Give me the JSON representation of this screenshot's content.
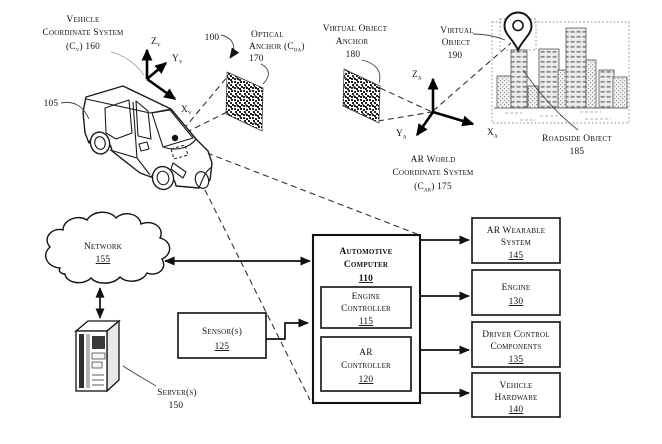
{
  "figure_ref": "100",
  "vehicle": {
    "ref": "105"
  },
  "vehicle_cs": {
    "line1": "Vehicle",
    "line2": "Coordinate System",
    "paren": "(C",
    "sub": "v",
    "close": ") 160"
  },
  "v_axes": {
    "z": "Z",
    "y": "Y",
    "x": "X",
    "sub": "v"
  },
  "optical_anchor": {
    "line1": "Optical",
    "line2_pre": "Anchor (C",
    "line2_sub": "oa",
    "line2_post": ")",
    "ref": "170"
  },
  "virtual_anchor": {
    "line1": "Virtual Object",
    "line2": "Anchor",
    "ref": "180"
  },
  "virtual_object": {
    "line1": "Virtual",
    "line2": "Object",
    "ref": "190"
  },
  "ar_axes": {
    "z": "Z",
    "y": "Y",
    "x": "X",
    "sub": "a"
  },
  "ar_cs": {
    "line1": "AR World",
    "line2": "Coordinate System",
    "paren": "(C",
    "sub": "ar",
    "close": ") 175"
  },
  "roadside_object": {
    "line1": "Roadside Object",
    "ref": "185"
  },
  "network": {
    "label": "Network",
    "ref": "155"
  },
  "server": {
    "label": "Server(s)",
    "ref": "150"
  },
  "sensor": {
    "label": "Sensor(s)",
    "ref": "125"
  },
  "automotive_computer": {
    "line1": "Automotive",
    "line2": "Computer",
    "ref": "110"
  },
  "engine_controller": {
    "line1": "Engine",
    "line2": "Controller",
    "ref": "115"
  },
  "ar_controller": {
    "line1": "AR",
    "line2": "Controller",
    "ref": "120"
  },
  "ar_wearable": {
    "line1": "AR Wearable",
    "line2": "System",
    "ref": "145"
  },
  "engine": {
    "label": "Engine",
    "ref": "130"
  },
  "driver_control": {
    "line1": "Driver Control",
    "line2": "Components",
    "ref": "135"
  },
  "vehicle_hardware": {
    "line1": "Vehicle",
    "line2": "Hardware",
    "ref": "140"
  },
  "colors": {
    "ink": "#111111",
    "paper": "#ffffff"
  }
}
